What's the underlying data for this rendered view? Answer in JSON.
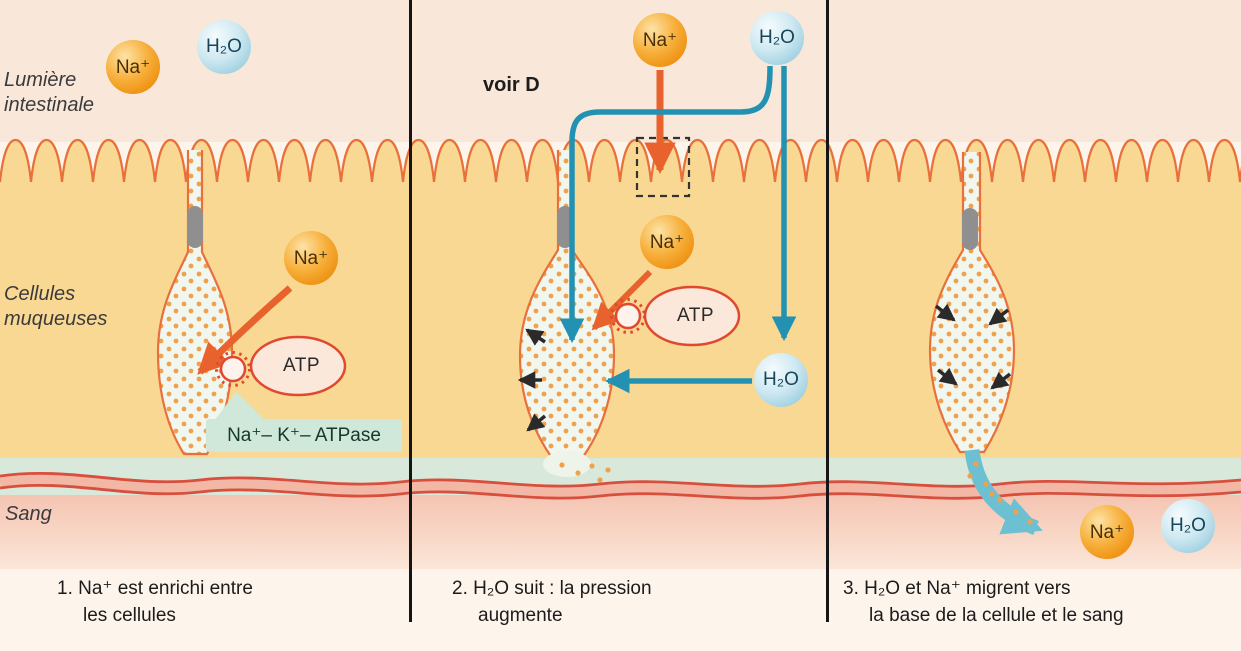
{
  "labels": {
    "lumen_line1": "Lumière",
    "lumen_line2": "intestinale",
    "cells_line1": "Cellules",
    "cells_line2": "muqueuses",
    "blood": "Sang",
    "see_d": "voir D",
    "atp": "ATP",
    "atpase": "Na⁺– K⁺– ATPase"
  },
  "molecules": {
    "sodium": "Na⁺",
    "water": "H₂O"
  },
  "captions": {
    "step1_line1": "1. Na⁺ est enrichi entre",
    "step1_line2": "les cellules",
    "step2_line1": "2. H₂O suit : la pression",
    "step2_line2": "augmente",
    "step3_line1": "3. H₂O et Na⁺ migrent vers",
    "step3_line2": "la base de la cellule et le sang"
  },
  "colors": {
    "epithelium": "#f9d894",
    "membrane_outline": "#e8703a",
    "sodium_ball": "#f5a623",
    "water_ball": "#aed9e8",
    "arrow_orange": "#e8622d",
    "arrow_teal": "#2392b2",
    "big_arrow_teal": "#6cc0d2",
    "atpase_box": "#cfe8da",
    "capillary_red": "#d94f3d",
    "dots_orange": "#efa14e"
  }
}
